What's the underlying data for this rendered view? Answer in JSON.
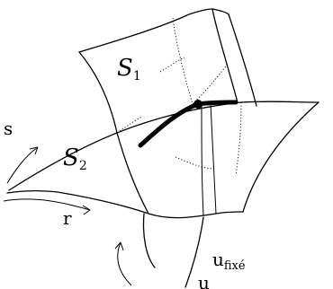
{
  "labels": {
    "surface1_letter": "S",
    "surface1_index": "1",
    "surface2_letter": "S",
    "surface2_index": "2",
    "param_s": "s",
    "param_r": "r",
    "param_u": "u",
    "u_fixed_main": "u",
    "u_fixed_sub": "fixé"
  }
}
